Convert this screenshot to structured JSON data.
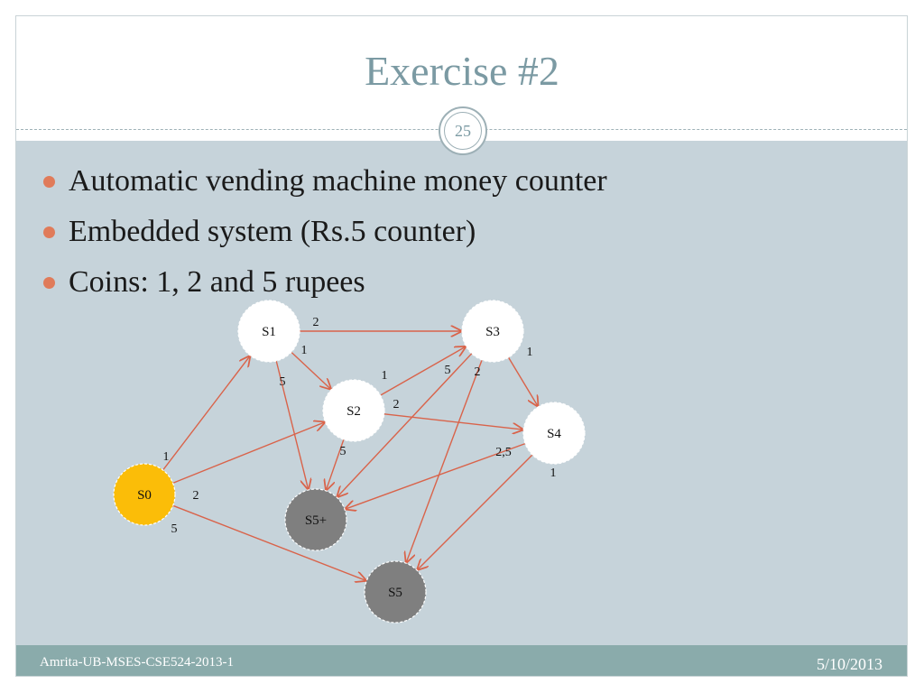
{
  "slide": {
    "title": "Exercise #2",
    "page_number": "25",
    "footer_left": "Amrita-UB-MSES-CSE524-2013-1",
    "footer_right": "5/10/2013"
  },
  "bullets": [
    "Automatic vending machine money counter",
    "Embedded system (Rs.5 counter)",
    "Coins: 1, 2 and 5 rupees"
  ],
  "colors": {
    "bullet": "#e07b5a",
    "edge": "#d9634a",
    "start_node": "#fbbd08",
    "normal_node": "#ffffff",
    "final_node": "#7f7f7f"
  },
  "diagram": {
    "nodes": [
      {
        "id": "s0",
        "label": "S0",
        "kind": "start"
      },
      {
        "id": "s1",
        "label": "S1",
        "kind": "normal"
      },
      {
        "id": "s2",
        "label": "S2",
        "kind": "normal"
      },
      {
        "id": "s3",
        "label": "S3",
        "kind": "normal"
      },
      {
        "id": "s4",
        "label": "S4",
        "kind": "normal"
      },
      {
        "id": "s5plus",
        "label": "S5+",
        "kind": "final"
      },
      {
        "id": "s5",
        "label": "S5",
        "kind": "final"
      }
    ],
    "edges": [
      {
        "from": "s0",
        "to": "s1",
        "label": "1"
      },
      {
        "from": "s0",
        "to": "s2",
        "label": "2"
      },
      {
        "from": "s0",
        "to": "s5",
        "label": "5"
      },
      {
        "from": "s1",
        "to": "s3",
        "label": "2"
      },
      {
        "from": "s1",
        "to": "s2",
        "label": "1"
      },
      {
        "from": "s1",
        "to": "s5plus",
        "label": "5"
      },
      {
        "from": "s2",
        "to": "s3",
        "label": "1"
      },
      {
        "from": "s2",
        "to": "s4",
        "label": "2"
      },
      {
        "from": "s2",
        "to": "s5plus",
        "label": "5"
      },
      {
        "from": "s3",
        "to": "s4",
        "label": "1"
      },
      {
        "from": "s3",
        "to": "s5plus",
        "label": "5"
      },
      {
        "from": "s3",
        "to": "s5",
        "label": "2"
      },
      {
        "from": "s4",
        "to": "s5plus",
        "label": "2,5"
      },
      {
        "from": "s4",
        "to": "s5",
        "label": "1"
      }
    ]
  }
}
